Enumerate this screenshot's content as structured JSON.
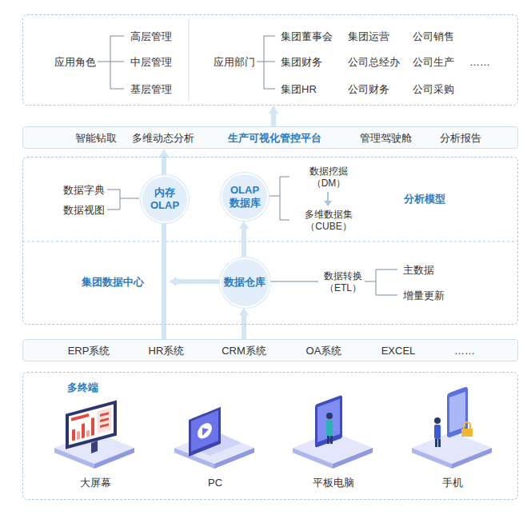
{
  "diagram": {
    "nodes": [
      {
        "text": [
          "应用角色",
          "高层管理",
          "中层管理",
          "基层管理",
          "应用部门",
          "集团董事会",
          "集团运营",
          "公司销售",
          "集团财务",
          "公司总经办",
          "公司生产",
          "……",
          "集团HR",
          "公司财务",
          "公司采购"
        ]
      },
      {
        "text": [
          "智能钻取",
          "多维动态分析",
          "生产可视化管控平台",
          "管理驾驶舱",
          "分析报告"
        ]
      },
      {
        "text": [
          "分析模型",
          "数据字典",
          "数据视图",
          "数据挖掘 （DM）",
          "多维数据集 （CUBE）",
          "集团数据中心",
          "数据转换 （ETL）",
          "主数据",
          "增量更新"
        ]
      },
      {
        "text": [
          "内存 OLAP"
        ],
        "in": 2
      },
      {
        "text": [
          "OLAP 数据库"
        ],
        "in": 2
      },
      {
        "text": [
          "数据仓库"
        ],
        "in": 2
      },
      {
        "text": [
          "ERP系统",
          "HR系统",
          "CRM系统",
          "OA系统",
          "EXCEL",
          "……"
        ]
      },
      {
        "text": [
          "多终端",
          "大屏幕",
          "PC",
          "平板电脑",
          "手机"
        ]
      }
    ],
    "edges": [
      {
        "from": 1,
        "to": 0,
        "arrow": "to"
      },
      {
        "from": 3,
        "to": 1,
        "arrow": "to"
      },
      {
        "from": 6,
        "to": 3,
        "arrow": "none"
      },
      {
        "from": 6,
        "to": 5,
        "arrow": "to"
      },
      {
        "from": 5,
        "to": 4,
        "arrow": "to"
      }
    ]
  }
}
